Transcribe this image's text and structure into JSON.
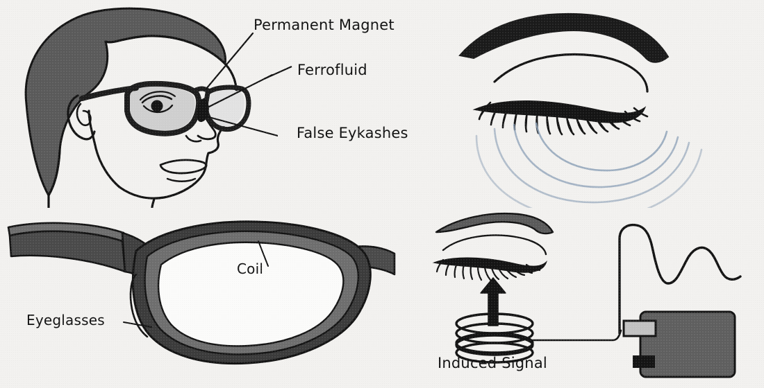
{
  "figure": {
    "title": "Ferrofluid false-eyelash eye-blink sensor diagram",
    "background_color": "#f2f1ef",
    "ink_color": "#141414",
    "hair_gray": "#5a5a5a",
    "frame_dark": "#3a3a3a",
    "frame_mid": "#6e6e6e",
    "lens_gray": "#cfcfcf",
    "wave_blue": "#8fa3b8",
    "device_gray": "#5f5f5f",
    "connector_gray": "#c2c2c2"
  },
  "panels": {
    "top_left": {
      "name": "head-wearing-glasses",
      "labels": [
        {
          "id": "permanent-magnet",
          "text": "Permanent Magnet"
        },
        {
          "id": "ferrofluid",
          "text": "Ferrofluid"
        },
        {
          "id": "false-eykashes",
          "text": "False Eykashes"
        }
      ]
    },
    "bottom_left": {
      "name": "eyeglasses-frame-detail",
      "labels": [
        {
          "id": "coil",
          "text": "Coil"
        },
        {
          "id": "eyeglasses",
          "text": "Eyeglasses"
        }
      ]
    },
    "top_right": {
      "name": "closed-eye-with-magnetic-waves",
      "labels": [],
      "wave_arc_count": 4
    },
    "bottom_right": {
      "name": "coil-pickup-and-signal-readout",
      "labels": [
        {
          "id": "induced-signal",
          "text": "Induced Signal"
        }
      ],
      "coil_turns": 5
    }
  }
}
